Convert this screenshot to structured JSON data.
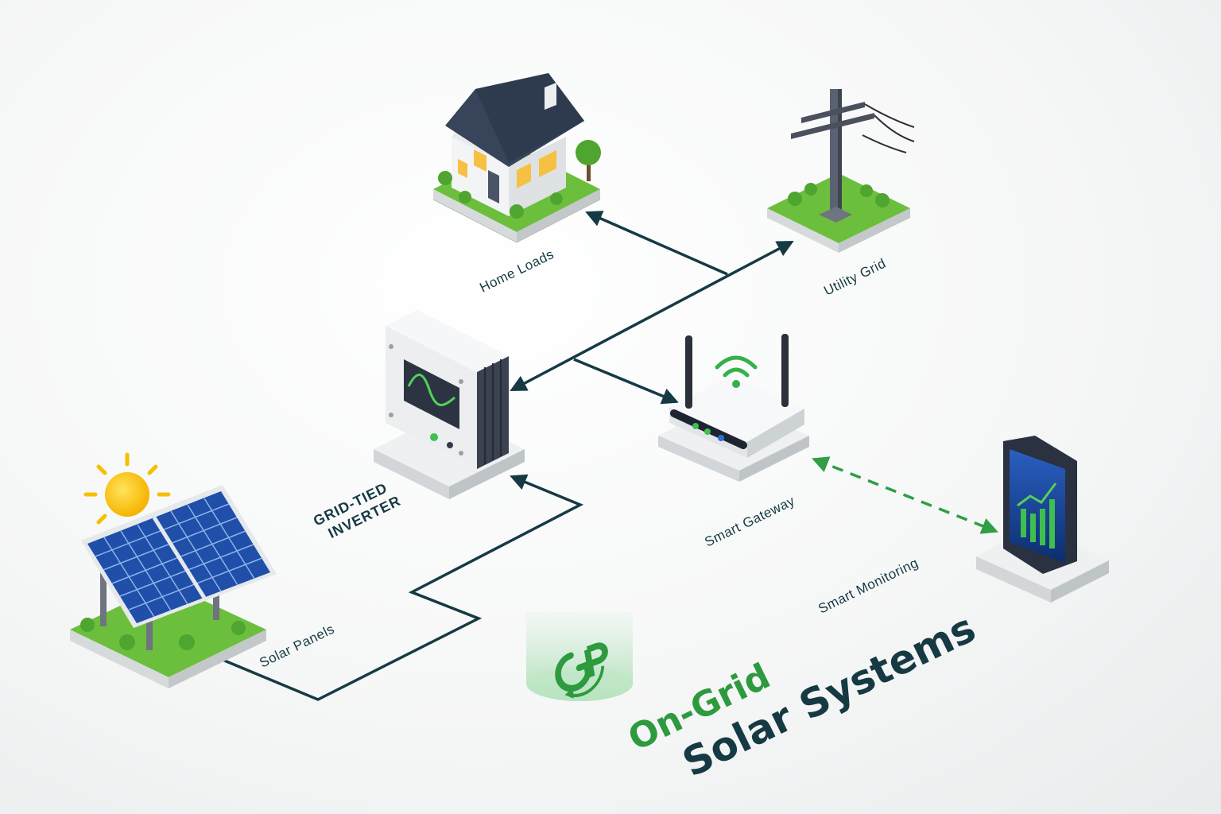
{
  "labels": {
    "home": "Home Loads",
    "grid": "Utility Grid",
    "inverter_line1": "GRID-TIED",
    "inverter_line2": "INVERTER",
    "gateway": "Smart Gateway",
    "monitoring": "Smart Monitoring",
    "panels": "Solar Panels"
  },
  "title": {
    "line1": "On-Grid",
    "line2": "Solar Systems"
  },
  "colors": {
    "flow_line": "#163a44",
    "wireless_link": "#2f9e44",
    "accent_green": "#2e9a3e",
    "title_dark": "#163a44",
    "grass": "#5fb236",
    "panel_blue": "#1f4fa8"
  }
}
